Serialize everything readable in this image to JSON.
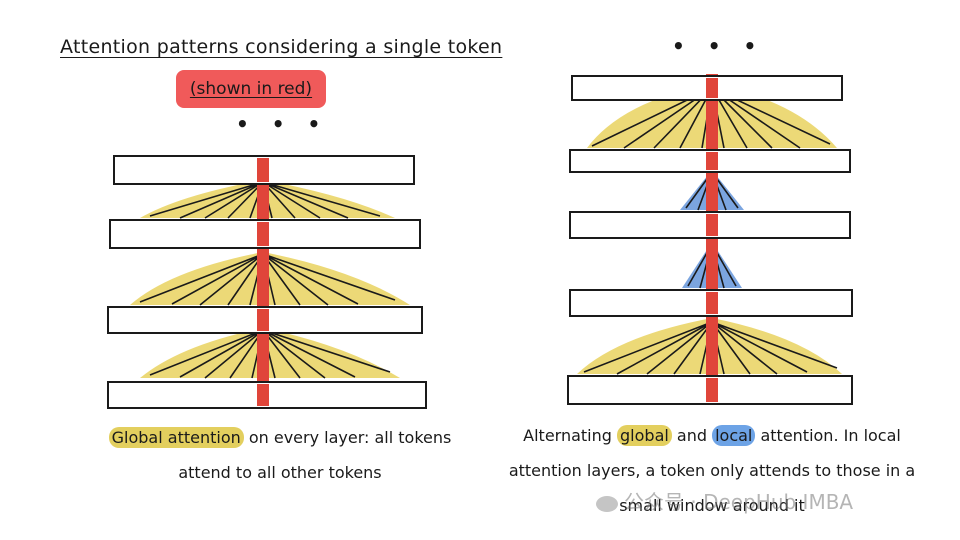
{
  "header": {
    "title": "Attention patterns considering a single token",
    "subtitle": "(shown in red)",
    "ellipsis": "• • •"
  },
  "left_panel": {
    "caption_highlight": "Global attention",
    "caption_line1_rest": " on every layer: all tokens",
    "caption_line2": "attend to all other tokens",
    "layers": [
      "global",
      "global",
      "global"
    ]
  },
  "right_panel": {
    "ellipsis": "• • •",
    "caption_part1": "Alternating ",
    "caption_highlight_global": "global",
    "caption_part2": " and ",
    "caption_highlight_local": "local",
    "caption_part3": " attention. In local",
    "caption_line2": "attention layers, a token only attends to those in a",
    "caption_line3": "small window around it",
    "layers": [
      "global",
      "local",
      "local",
      "global"
    ]
  },
  "watermark": {
    "text": "公众号 · DeepHub IMBA"
  },
  "colors": {
    "token_red": "#e0453a",
    "subtitle_bg": "#f05a5a",
    "global_yellow": "#e6cc4a",
    "local_blue": "#5a8fd8",
    "highlight_yellow": "#e3cf5e",
    "highlight_blue": "#6da3e6",
    "ink": "#1a1a1a"
  }
}
